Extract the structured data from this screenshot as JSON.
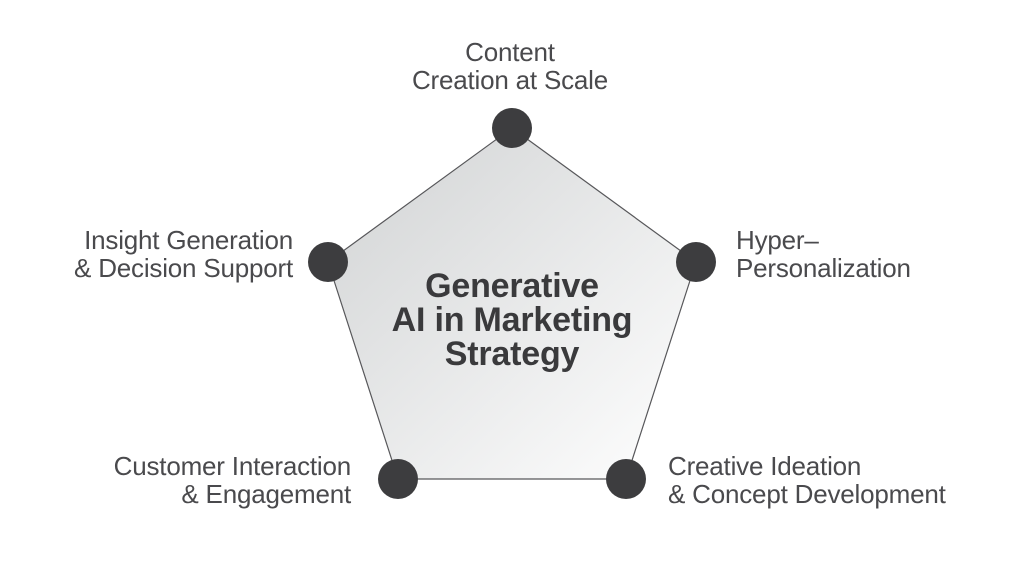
{
  "background": "#ffffff",
  "diagram": {
    "title": {
      "line1": "Generative",
      "line2": "AI in Marketing",
      "line3": "Strategy"
    },
    "nodes": [
      {
        "position": "top",
        "line1": "Content",
        "line2": "Creation at Scale"
      },
      {
        "position": "right",
        "line1": "Hyper–",
        "line2": "Personalization"
      },
      {
        "position": "bottom-right",
        "line1": "Creative Ideation",
        "line2": "& Concept Development"
      },
      {
        "position": "bottom-left",
        "line1": "Customer Interaction",
        "line2": "& Engagement"
      },
      {
        "position": "left",
        "line1": "Insight Generation",
        "line2": "& Decision Support"
      }
    ],
    "colors": {
      "node_fill": "#3d3d3f",
      "pentagon_stroke": "#57575a",
      "pentagon_gradient_start": "#d0d2d3",
      "pentagon_gradient_end": "#ffffff",
      "label_text": "#4a4a4d",
      "title_text": "#3a3a3c"
    }
  }
}
